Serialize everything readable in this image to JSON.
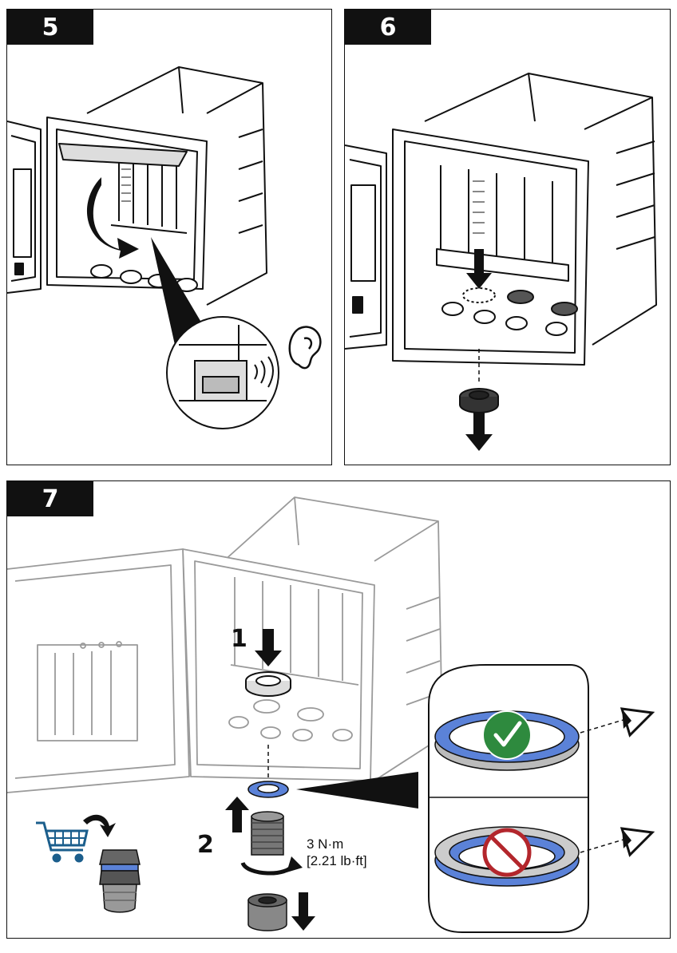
{
  "steps": [
    {
      "number": "5"
    },
    {
      "number": "6"
    },
    {
      "number": "7"
    }
  ],
  "step7": {
    "sub_step_1": "1",
    "sub_step_2": "2",
    "torque_metric": "3 N·m",
    "torque_imperial": "[2.21 lb·ft]"
  },
  "icons": [
    "ear-icon",
    "eye-icon",
    "checkmark-icon",
    "prohibited-icon",
    "shopping-cart-icon",
    "arrow-down-icon",
    "arrow-up-icon",
    "rotate-icon"
  ],
  "colors": {
    "gasket_blue": "#5b82d8",
    "ok_green": "#2e8a3e",
    "no_red": "#b3262c",
    "cart_blue": "#1b5e8c",
    "tab_black": "#111111"
  }
}
